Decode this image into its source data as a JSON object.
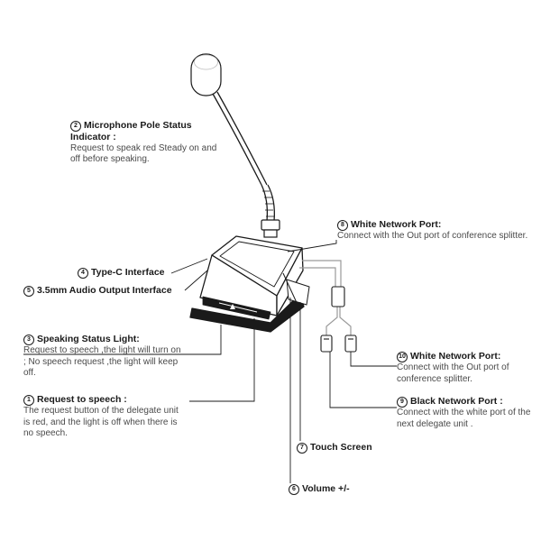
{
  "callouts": [
    {
      "id": "2",
      "badge": "2",
      "title": "Microphone Pole Status Indicator :",
      "desc": "Request to speak red Steady on and off before speaking."
    },
    {
      "id": "8",
      "badge": "8",
      "title": "White Network Port:",
      "desc": "Connect with the Out port of conference splitter."
    },
    {
      "id": "4",
      "badge": "4",
      "title": "Type-C Interface",
      "desc": ""
    },
    {
      "id": "5",
      "badge": "5",
      "title": "3.5mm Audio Output Interface",
      "desc": ""
    },
    {
      "id": "3",
      "badge": "3",
      "title": "Speaking Status Light:",
      "desc": "Request to speech ,the light will turn on ; No speech request ,the light will keep off."
    },
    {
      "id": "1",
      "badge": "1",
      "title": "Request to speech :",
      "desc": "The request button of the delegate unit is red, and the light is off when there is no speech."
    },
    {
      "id": "10",
      "badge": "10",
      "title": "White Network Port:",
      "desc": "Connect with the Out port of conference splitter."
    },
    {
      "id": "9",
      "badge": "9",
      "title": "Black Network Port :",
      "desc": "Connect with the white port of the next delegate unit ."
    },
    {
      "id": "7",
      "badge": "7",
      "title": "Touch Screen",
      "desc": ""
    },
    {
      "id": "6",
      "badge": "6",
      "title": "Volume +/-",
      "desc": ""
    }
  ],
  "colors": {
    "line": "#1a1a1a",
    "text": "#4a4a4a",
    "title": "#1a1a1a",
    "cable": "#9a9a9a"
  }
}
